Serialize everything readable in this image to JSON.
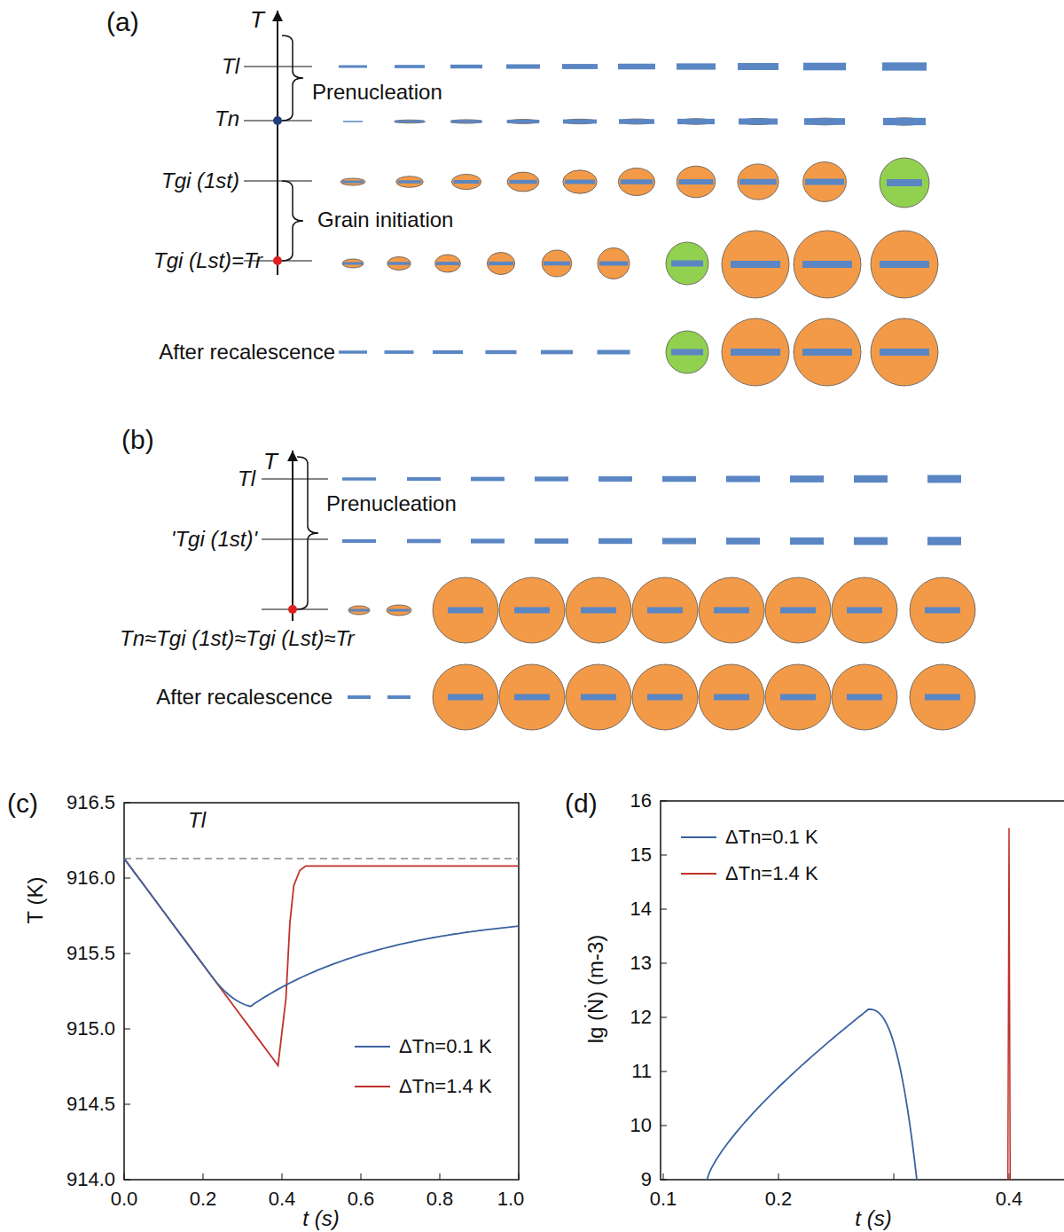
{
  "diagram": {
    "labels": [
      "(a)",
      "T",
      "Tl",
      "Prenucleation",
      "Tn",
      "Tgi (1st)",
      "Grain initiation",
      "Tgi (Lst)=Tr",
      "After recalescence",
      "(b)",
      "T",
      "Tl",
      "Prenucleation",
      "'Tgi (1st)'",
      "Tn≈Tgi (1st)≈Tgi (Lst)≈Tr",
      "After recalescence",
      "(c)",
      "916.5",
      "916.0",
      "915.5",
      "915.0",
      "914.5",
      "914.0",
      "0.0",
      "0.2",
      "0.4",
      "0.6",
      "0.8",
      "1.0",
      "T (K)",
      "t (s)",
      "Tl",
      "(d)",
      "16",
      "15",
      "14",
      "13",
      "12",
      "11",
      "10",
      "9",
      "0.1",
      "0.2",
      "0.4",
      "lg (Ṅ) (m-3)",
      "t (s)"
    ],
    "legend": [
      {
        "text": "ΔTn=0.1 K"
      },
      {
        "text": "ΔTn=1.4 K"
      },
      {
        "text": "ΔTn=0.1 K"
      },
      {
        "text": "ΔTn=1.4 K"
      }
    ]
  }
}
